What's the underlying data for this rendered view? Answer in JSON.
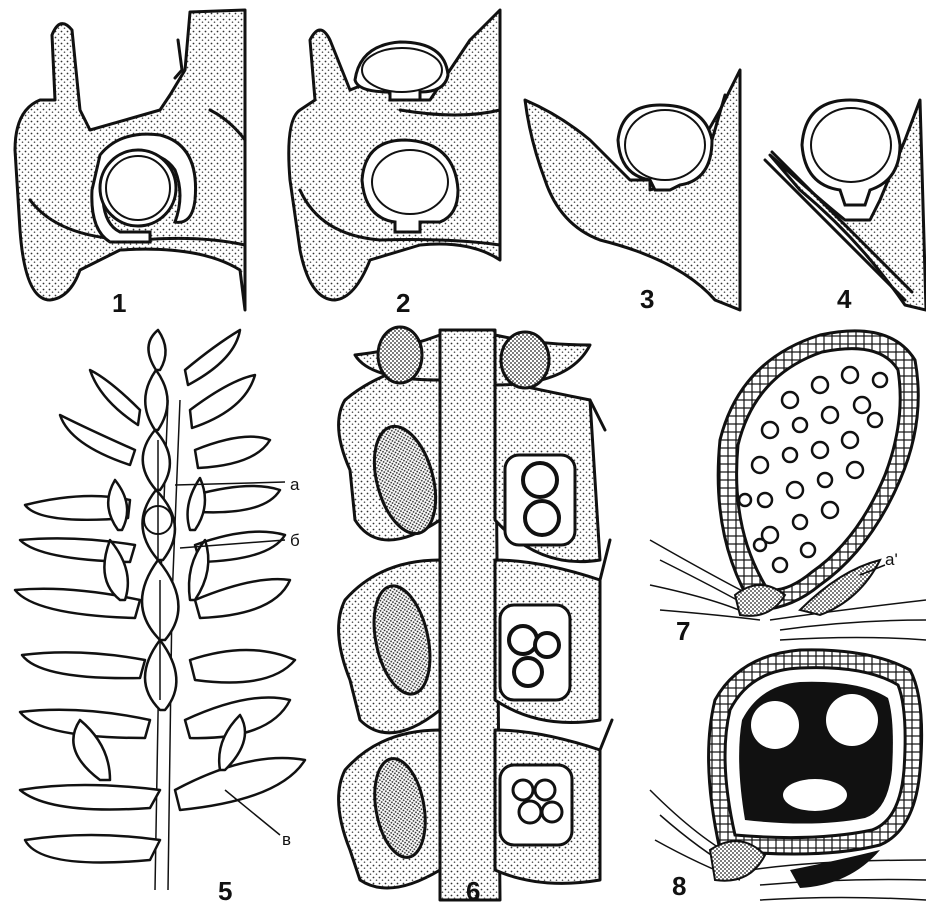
{
  "figure": {
    "panel_numbers": [
      "1",
      "2",
      "3",
      "4",
      "5",
      "6",
      "7",
      "8"
    ],
    "labels": [
      "a",
      "б",
      "в",
      "a'"
    ]
  }
}
